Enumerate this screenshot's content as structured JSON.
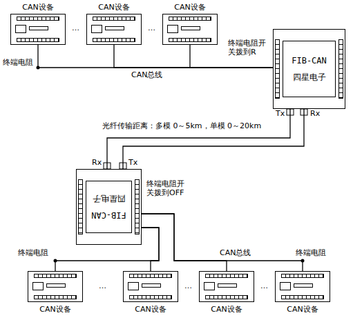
{
  "diagram": {
    "nodes": [
      {
        "text": [
          "CAN设备"
        ]
      },
      {
        "text": [
          "CAN设备"
        ]
      },
      {
        "text": [
          "CAN设备"
        ]
      },
      {
        "text": [
          "FIB-CAN",
          "四星电子"
        ]
      },
      {
        "text": [
          "FIB-CAN",
          "四星电子"
        ]
      },
      {
        "text": [
          "CAN设备"
        ]
      },
      {
        "text": [
          "CAN设备"
        ]
      },
      {
        "text": [
          "CAN设备"
        ]
      },
      {
        "text": [
          "CAN设备"
        ]
      }
    ],
    "edges": [
      {
        "from": 0,
        "to": 3,
        "arrow": "none"
      },
      {
        "from": 1,
        "to": 3,
        "arrow": "none"
      },
      {
        "from": 2,
        "to": 3,
        "arrow": "none"
      },
      {
        "from": 3,
        "to": 4,
        "arrow": "none"
      },
      {
        "from": 4,
        "to": 3,
        "arrow": "none"
      },
      {
        "from": 4,
        "to": 5,
        "arrow": "none"
      },
      {
        "from": 4,
        "to": 6,
        "arrow": "none"
      },
      {
        "from": 4,
        "to": 7,
        "arrow": "none"
      },
      {
        "from": 4,
        "to": 8,
        "arrow": "none"
      }
    ],
    "labels": [
      "终端电阻",
      "CAN总线",
      "终端电阻开关拨到R",
      "Tx",
      "Rx",
      "光纤传输距离：多模 0～5km，单模 0～20km",
      "Rx",
      "Tx",
      "终端电阻开关拨到OFF",
      "终端电阻",
      "CAN总线",
      "终端电阻",
      "…",
      "…",
      "…",
      "…",
      "…"
    ]
  }
}
